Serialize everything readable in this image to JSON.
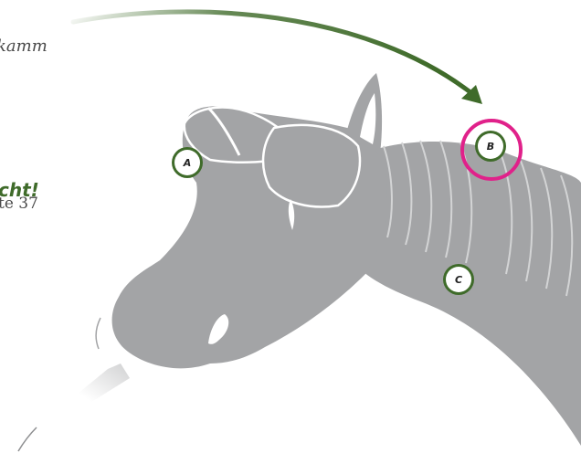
{
  "text": {
    "kamm": "kamm",
    "cht": "cht!",
    "page_ref": "te 37"
  },
  "markers": [
    {
      "id": "A",
      "label": "A",
      "highlighted": false
    },
    {
      "id": "B",
      "label": "B",
      "highlighted": true
    },
    {
      "id": "C",
      "label": "C",
      "highlighted": false
    }
  ],
  "colors": {
    "horse": "#a3a4a6",
    "horse_light": "#c9cacb",
    "arrow": "#3f6b2a",
    "marker_ring": "#3f6b2a",
    "highlight": "#e0218a",
    "accent_text": "#3f6b2a"
  }
}
